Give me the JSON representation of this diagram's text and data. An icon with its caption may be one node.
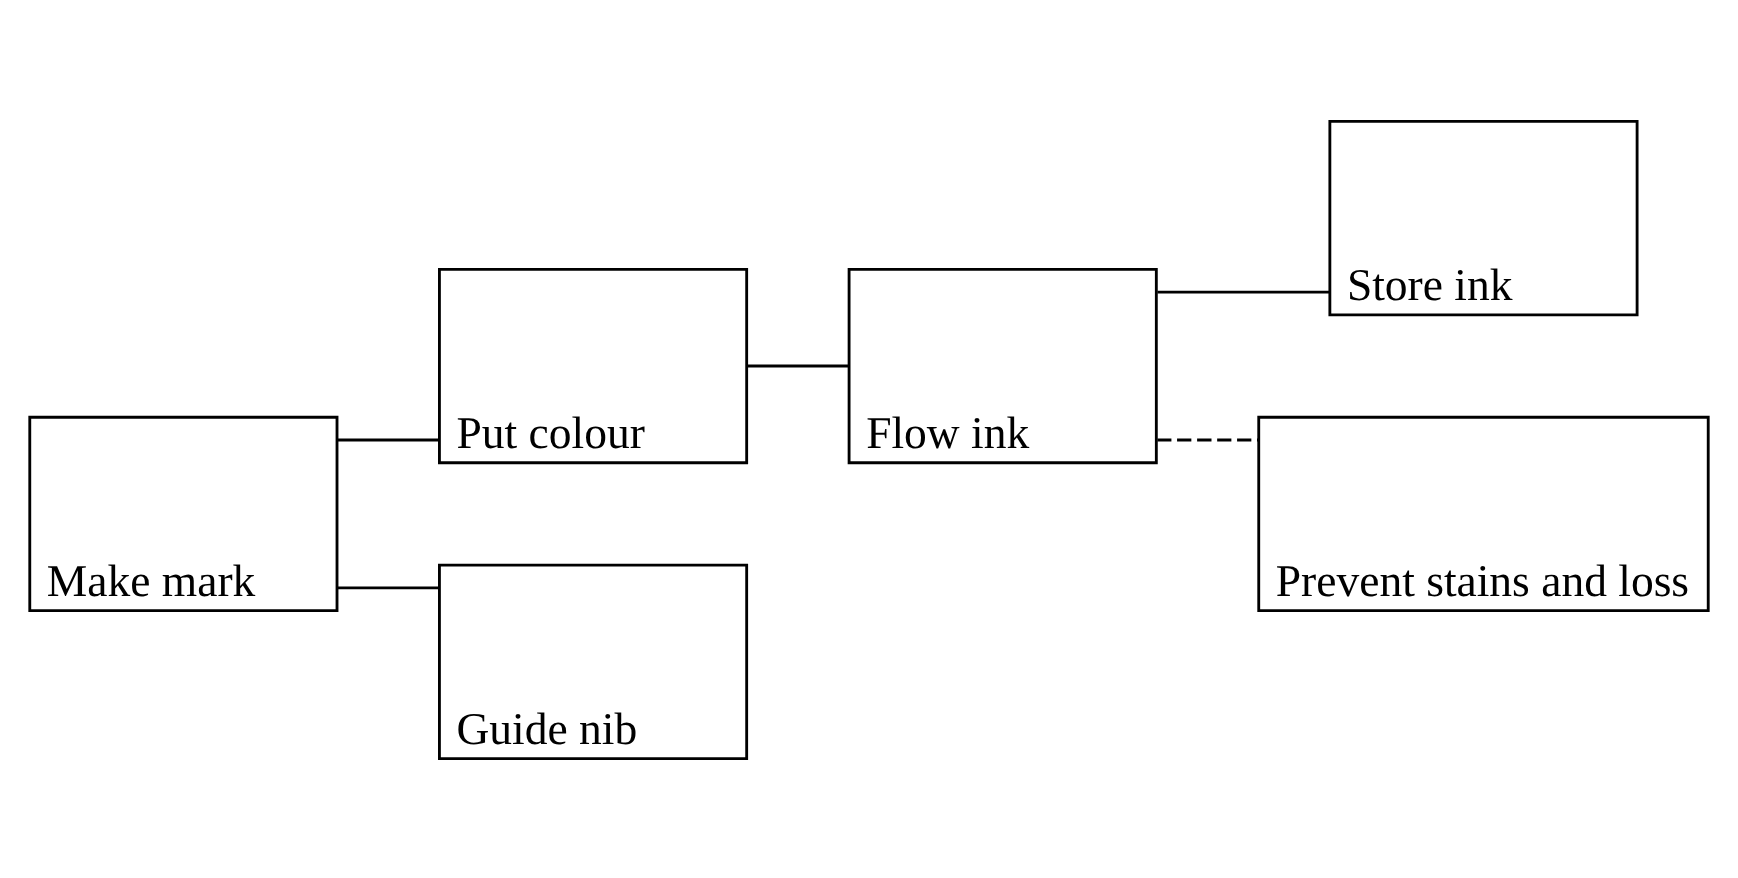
{
  "diagram": {
    "nodes": [
      {
        "text": [
          "Make mark"
        ]
      },
      {
        "text": [
          "Put colour"
        ]
      },
      {
        "text": [
          "Guide nib"
        ]
      },
      {
        "text": [
          "Flow ink"
        ]
      },
      {
        "text": [
          "Store ink"
        ]
      },
      {
        "text": [
          "Prevent stains and loss"
        ]
      }
    ],
    "edges": [
      {
        "from": 0,
        "to": 1,
        "arrow": "none"
      },
      {
        "from": 0,
        "to": 2,
        "arrow": "none"
      },
      {
        "from": 1,
        "to": 3,
        "arrow": "none"
      },
      {
        "from": 3,
        "to": 4,
        "arrow": "none"
      },
      {
        "from": 3,
        "to": 5,
        "arrow": "none",
        "style": "dashed"
      }
    ]
  }
}
